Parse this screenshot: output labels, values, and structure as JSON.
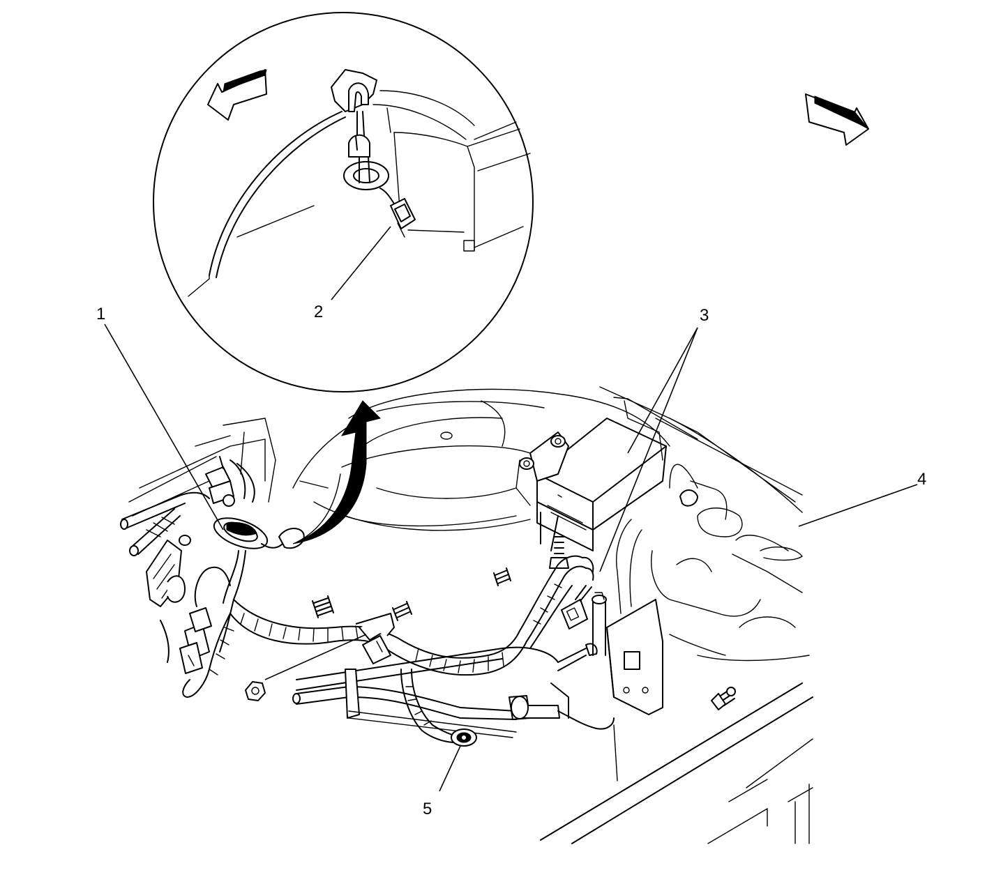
{
  "callouts": {
    "c1": "1",
    "c2": "2",
    "c3": "3",
    "c4": "4",
    "c5": "5"
  },
  "colors": {
    "line": "#000000",
    "background": "#ffffff"
  },
  "icons": {
    "direction_arrow_left": "front-direction-arrow-icon",
    "direction_arrow_right": "front-direction-arrow-icon",
    "detail_arrow": "curved-detail-arrow-icon"
  }
}
